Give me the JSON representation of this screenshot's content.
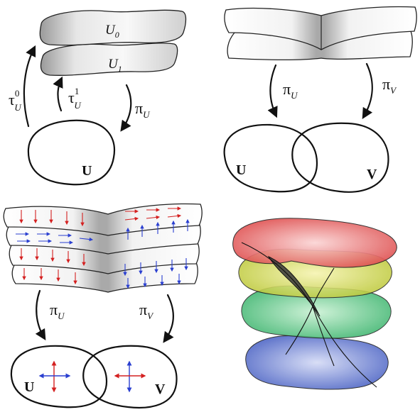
{
  "panel_tl": {
    "sheet_upper": "U",
    "sheet_upper_sub": "0",
    "sheet_lower": "U",
    "sheet_lower_sub": "1",
    "section0": "τ",
    "section0_sup": "0",
    "section0_sub": "U",
    "section1": "τ",
    "section1_sup": "1",
    "section1_sub": "U",
    "projection": "π",
    "projection_sub": "U",
    "base": "U"
  },
  "panel_tr": {
    "proj_u": "π",
    "proj_u_sub": "U",
    "proj_v": "π",
    "proj_v_sub": "V",
    "base_u": "U",
    "base_v": "V"
  },
  "panel_bl": {
    "proj_u": "π",
    "proj_u_sub": "U",
    "proj_v": "π",
    "proj_v_sub": "V",
    "base_u": "U",
    "base_v": "V"
  },
  "colors": {
    "red_arrows": "#d42020",
    "blue_arrows": "#2a3fd0",
    "sheet_light": "#f4f4f4",
    "sheet_shade": "#bcbcbc",
    "cone_top": "#e04848",
    "cone_mid_yellow": "#c8d34a",
    "cone_mid_green": "#3bbf6a",
    "cone_bottom": "#4d66c8"
  }
}
